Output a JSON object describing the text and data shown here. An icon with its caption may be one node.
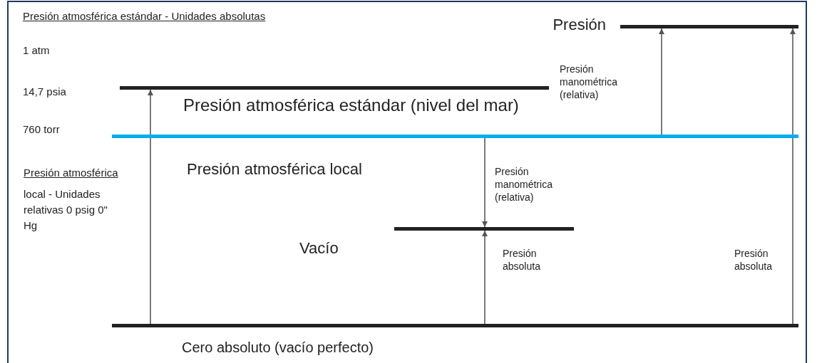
{
  "diagram": {
    "nodes": [
      {
        "text": [],
        "shape": "bar",
        "beside": [
          "Presión atmosférica estándar (nivel del mar)"
        ]
      },
      {
        "text": [],
        "shape": "bar",
        "beside": [
          "Presión atmosférica local"
        ]
      },
      {
        "text": [],
        "shape": "bar",
        "beside": [
          "Presión"
        ]
      },
      {
        "text": [],
        "shape": "bar",
        "beside": [
          "Vacío"
        ]
      },
      {
        "text": [],
        "shape": "bar",
        "beside": [
          "Cero absoluto (vacío perfecto)"
        ]
      }
    ],
    "edges": [
      {
        "from": 4,
        "to": 0,
        "arrow": "to"
      },
      {
        "from": 1,
        "to": 2,
        "arrow": "to",
        "label": "Presión manométrica (relativa)"
      },
      {
        "from": 1,
        "to": 3,
        "arrow": "to",
        "label": "Presión manométrica (relativa)"
      },
      {
        "from": 4,
        "to": 3,
        "arrow": "to",
        "label": "Presión absoluta"
      },
      {
        "from": 4,
        "to": 2,
        "arrow": "to",
        "label": "Presión absoluta"
      }
    ],
    "labels": [
      "Presión atmosférica estándar - Unidades absolutas",
      "1 atm",
      "14,7 psia",
      "760 torr",
      "Presión atmosférica",
      "local - Unidades relativas 0 psig 0\" Hg"
    ]
  }
}
